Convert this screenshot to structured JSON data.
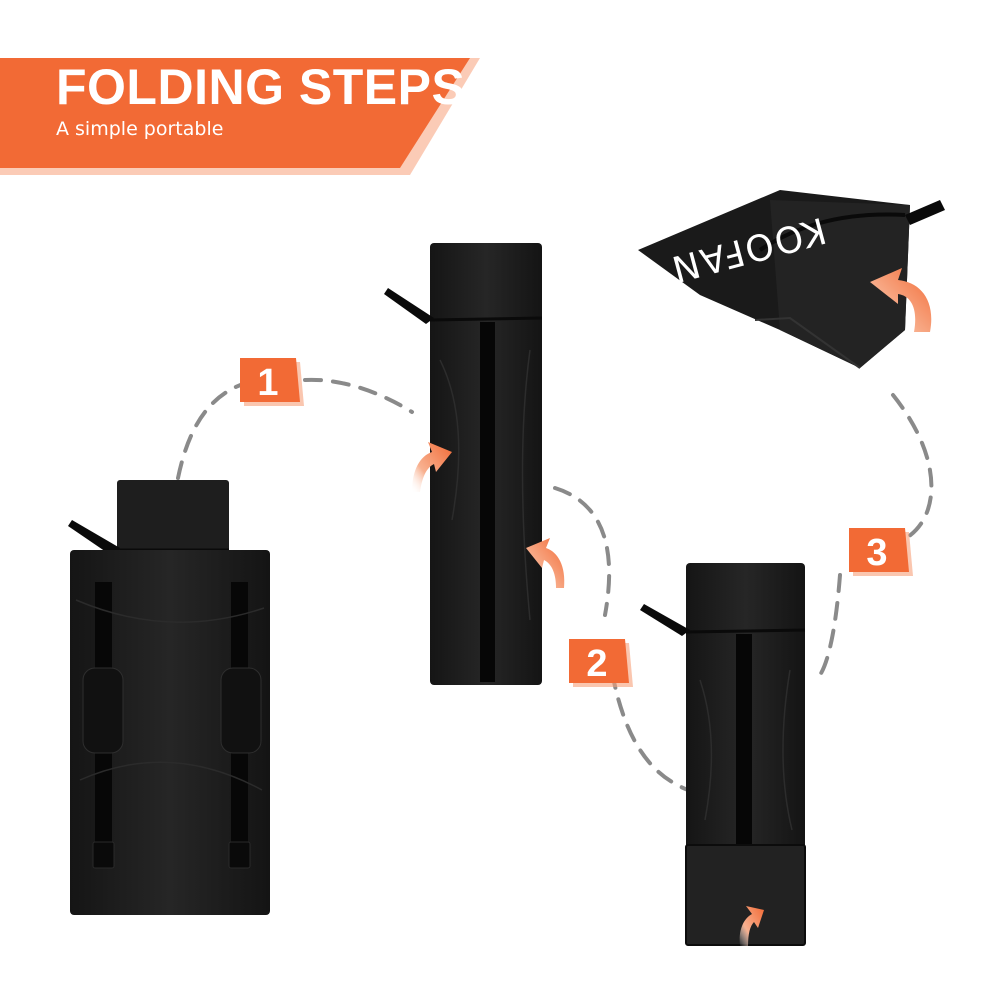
{
  "banner": {
    "title": "FOLDING STEPS",
    "subtitle": "A simple portable"
  },
  "steps": [
    {
      "label": "1"
    },
    {
      "label": "2"
    },
    {
      "label": "3"
    }
  ],
  "product": {
    "brand": "KOOFAN"
  },
  "colors": {
    "accent": "#f26a35",
    "accent_dark": "#e0552a",
    "bag": "#1c1c1c",
    "bag_shade": "#0d0d0d",
    "strap": "#0a0a0a",
    "dash": "#8a8a8a"
  }
}
